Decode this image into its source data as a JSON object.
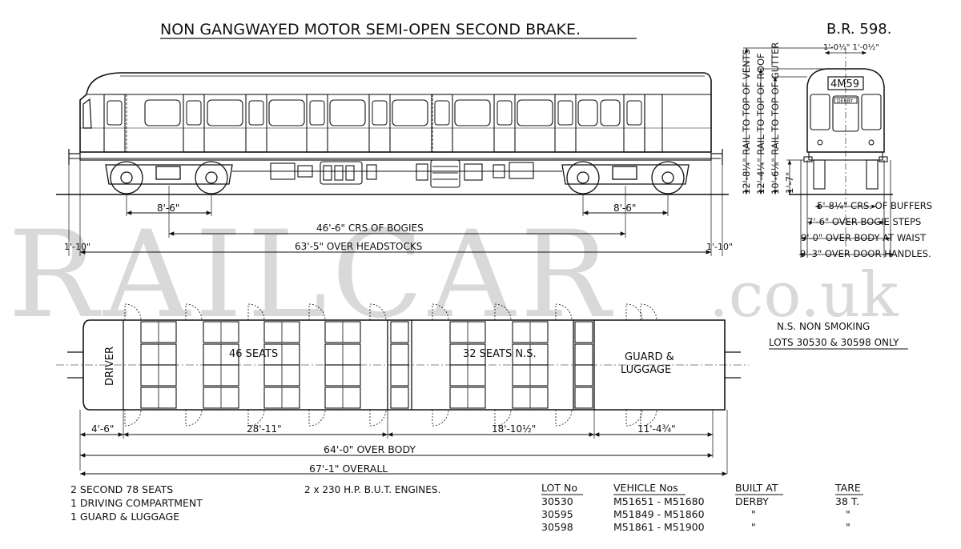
{
  "title": "NON GANGWAYED MOTOR SEMI-OPEN SECOND BRAKE.",
  "diagram_number": "B.R. 598.",
  "watermark": {
    "main": "RAILCAR",
    "suffix": ".co.uk"
  },
  "side_elevation": {
    "dims": {
      "bogie_wheelbase_left": "8'-6\"",
      "bogie_wheelbase_right": "8'-6\"",
      "bogie_centres": "46'-6\" CRS OF BOGIES",
      "over_headstocks": "63'-5\" OVER HEADSTOCKS",
      "buffer_left": "1'-10\"",
      "buffer_right": "1'-10\""
    }
  },
  "end_elevation": {
    "headcode": "4M59",
    "destination": "DERBY",
    "top_dim": "1'-0½\" 1'-0½\"",
    "heights": [
      "12'-8¼\" RAIL TO TOP OF VENTS",
      "12'-4¼\" RAIL TO TOP OF ROOF",
      "10'-6⅛\" RAIL TO TOP OF GUTTER",
      "1'-7\""
    ],
    "widths": [
      "5'-8¼\" CRS. OF BUFFERS",
      "7'-6\" OVER BOGIE STEPS",
      "9'-0\" OVER BODY AT WAIST",
      "9'-3\" OVER DOOR HANDLES."
    ]
  },
  "plan": {
    "driver_label": "DRIVER",
    "saloon1_label": "46 SEATS",
    "saloon2_label": "32 SEATS N.S.",
    "guard_label_1": "GUARD &",
    "guard_label_2": "LUGGAGE",
    "dims": {
      "driver": "4'-6\"",
      "saloon1": "28'-11\"",
      "saloon2": "18'-10½\"",
      "guard": "11'-4¾\"",
      "over_body": "64'-0\" OVER BODY",
      "overall": "67'-1\" OVERALL"
    }
  },
  "notes": {
    "ns_line": "N.S. NON SMOKING",
    "lots_line": "LOTS 30530 & 30598 ONLY"
  },
  "summary": [
    "2 SECOND 78 SEATS",
    "1 DRIVING COMPARTMENT",
    "1 GUARD & LUGGAGE"
  ],
  "engines": "2 x 230 H.P. B.U.T. ENGINES.",
  "lots_table": {
    "headers": [
      "LOT No",
      "VEHICLE Nos",
      "BUILT AT",
      "TARE"
    ],
    "rows": [
      [
        "30530",
        "M51651 - M51680",
        "DERBY",
        "38 T."
      ],
      [
        "30595",
        "M51849 - M51860",
        "\"",
        "\""
      ],
      [
        "30598",
        "M51861 - M51900",
        "\"",
        "\""
      ]
    ]
  }
}
